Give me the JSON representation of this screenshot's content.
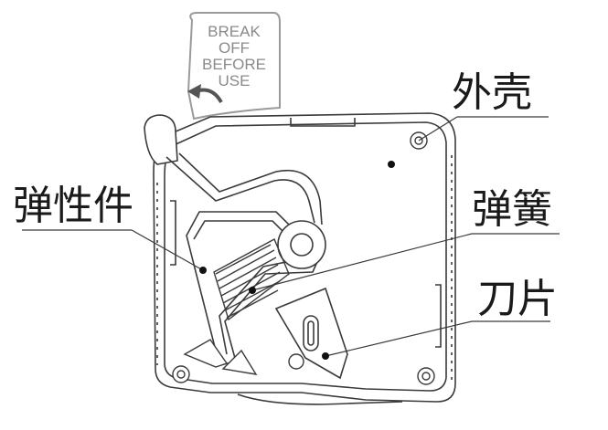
{
  "tab": {
    "lines": [
      "BREAK",
      "OFF",
      "BEFORE",
      "USE"
    ]
  },
  "labels": {
    "shell": "外壳",
    "elastic": "弹性件",
    "spring": "弹簧",
    "blade": "刀片"
  },
  "colors": {
    "outline": "#3a3a3a",
    "tab_text": "#8a8a8a",
    "label": "#1a1a1a"
  }
}
